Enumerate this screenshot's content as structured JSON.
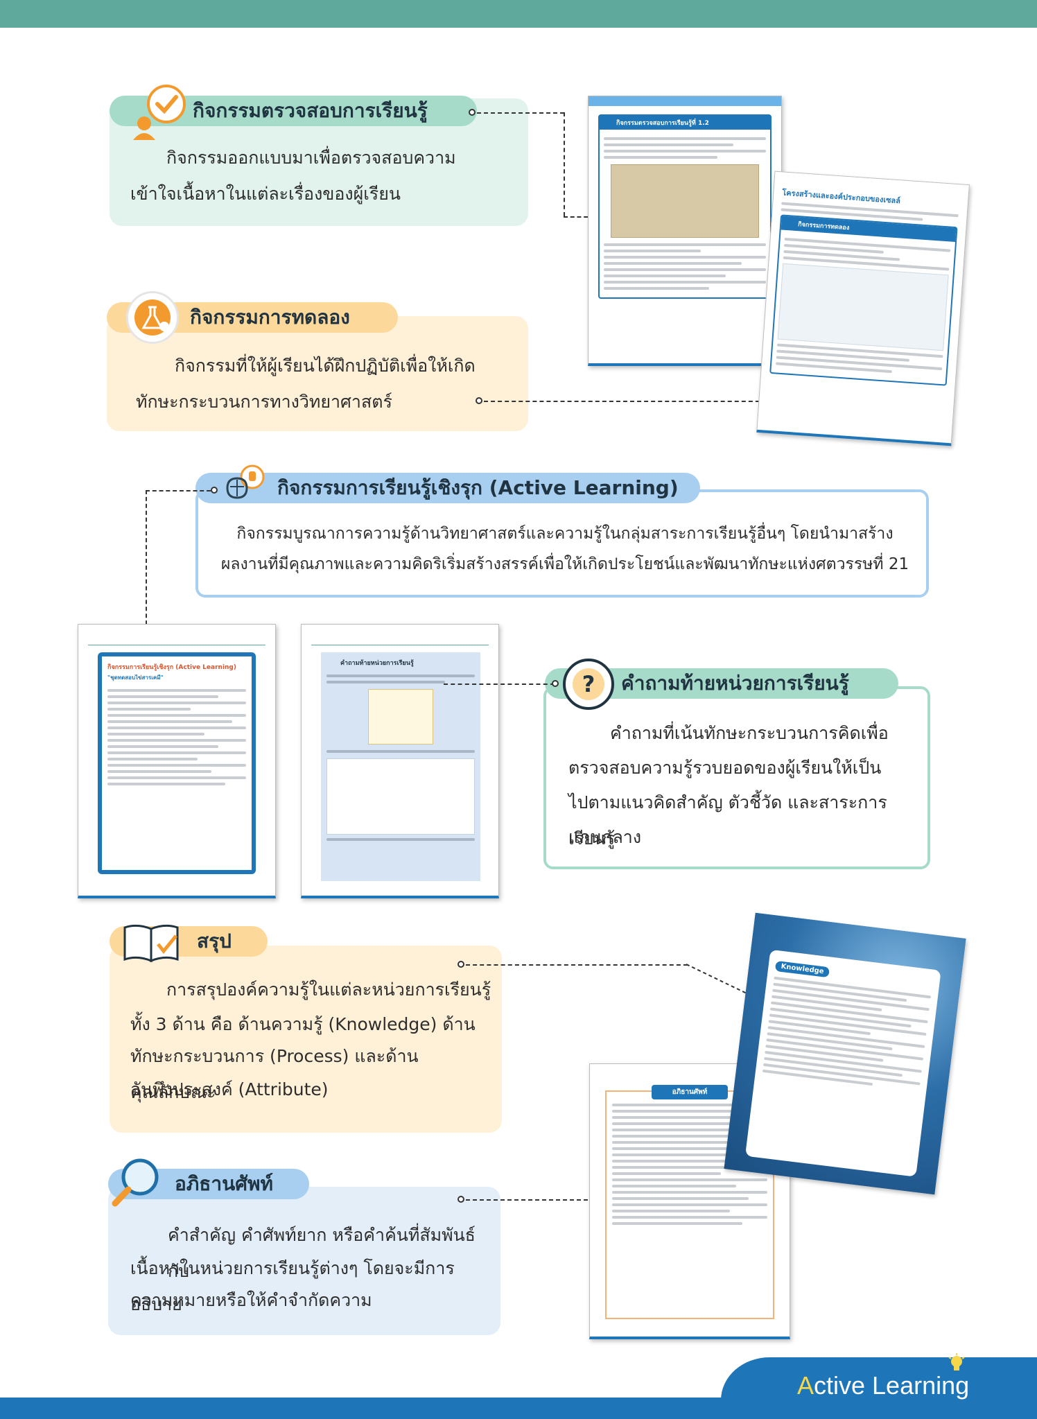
{
  "sections": {
    "check": {
      "title": "กิจกรรมตรวจสอบการเรียนรู้",
      "body_l1": "กิจกรรมออกแบบมาเพื่อตรวจสอบความ",
      "body_l2": "เข้าใจเนื้อหาในแต่ละเรื่องของผู้เรียน",
      "thumb_title": "กิจกรรมตรวจสอบการเรียนรู้ที่ 1.2"
    },
    "experiment": {
      "title": "กิจกรรมการทดลอง",
      "body_l1": "กิจกรรมที่ให้ผู้เรียนได้ฝึกปฏิบัติเพื่อให้เกิด",
      "body_l2": "ทักษะกระบวนการทางวิทยาศาสตร์",
      "thumb_heading": "โครงสร้างและองค์ประกอบของเซลล์",
      "thumb_title": "กิจกรรมการทดลอง"
    },
    "active": {
      "title": "กิจกรรมการเรียนรู้เชิงรุก (Active Learning)",
      "body_l1": "กิจกรรมบูรณาการความรู้ด้านวิทยาศาสตร์และความรู้ในกลุ่มสาระการเรียนรู้อื่นๆ โดยนำมาสร้าง",
      "body_l2": "ผลงานที่มีคุณภาพและความคิดริเริ่มสร้างสรรค์เพื่อให้เกิดประโยชน์และพัฒนาทักษะแห่งศตวรรษที่ 21",
      "thumb_title": "กิจกรรมการเรียนรู้เชิงรุก (Active Learning)",
      "thumb_subtitle": "\"ชุดทดสอบไข่สารเคมี\""
    },
    "questions": {
      "title": "คำถามท้ายหน่วยการเรียนรู้",
      "body_l1": "คำถามที่เน้นทักษะกระบวนการคิดเพื่อ",
      "body_l2": "ตรวจสอบความรู้รวบยอดของผู้เรียนให้เป็น",
      "body_l3": "ไปตามแนวคิดสำคัญ ตัวชี้วัด และสาระการเรียนรู้",
      "body_l4": "แกนกลาง",
      "thumb_title": "คำถามท้ายหน่วยการเรียนรู้"
    },
    "summary": {
      "title": "สรุป",
      "body_l1": "การสรุปองค์ความรู้ในแต่ละหน่วยการเรียนรู้",
      "body_l2": "ทั้ง 3 ด้าน คือ ด้านความรู้ (Knowledge) ด้าน",
      "body_l3": "ทักษะกระบวนการ (Process) และด้านคุณลักษณะ",
      "body_l4": "อันพึงประสงค์ (Attribute)",
      "thumb_label": "Knowledge"
    },
    "glossary": {
      "title": "อภิธานศัพท์",
      "body_l1": "คำสำคัญ คำศัพท์ยาก หรือคำค้นที่สัมพันธ์กับ",
      "body_l2": "เนื้อหาในหน่วยการเรียนรู้ต่างๆ โดยจะมีการอธิบาย",
      "body_l3": "ความหมายหรือให้คำจำกัดความ",
      "thumb_title": "อภิธานศัพท์"
    }
  },
  "brand": {
    "first": "A",
    "rest": "ctive Learning"
  },
  "colors": {
    "top_bar": "#5ea89c",
    "bottom_bar": "#1e75b7",
    "mint_pill": "#a7dbc9",
    "mint_box": "#e2f3ee",
    "peach_pill": "#fcd99a",
    "peach_box": "#fff1d8",
    "blue_pill": "#a9cff0",
    "blue_box": "#e3eef8",
    "icon_orange": "#f39a2e"
  }
}
